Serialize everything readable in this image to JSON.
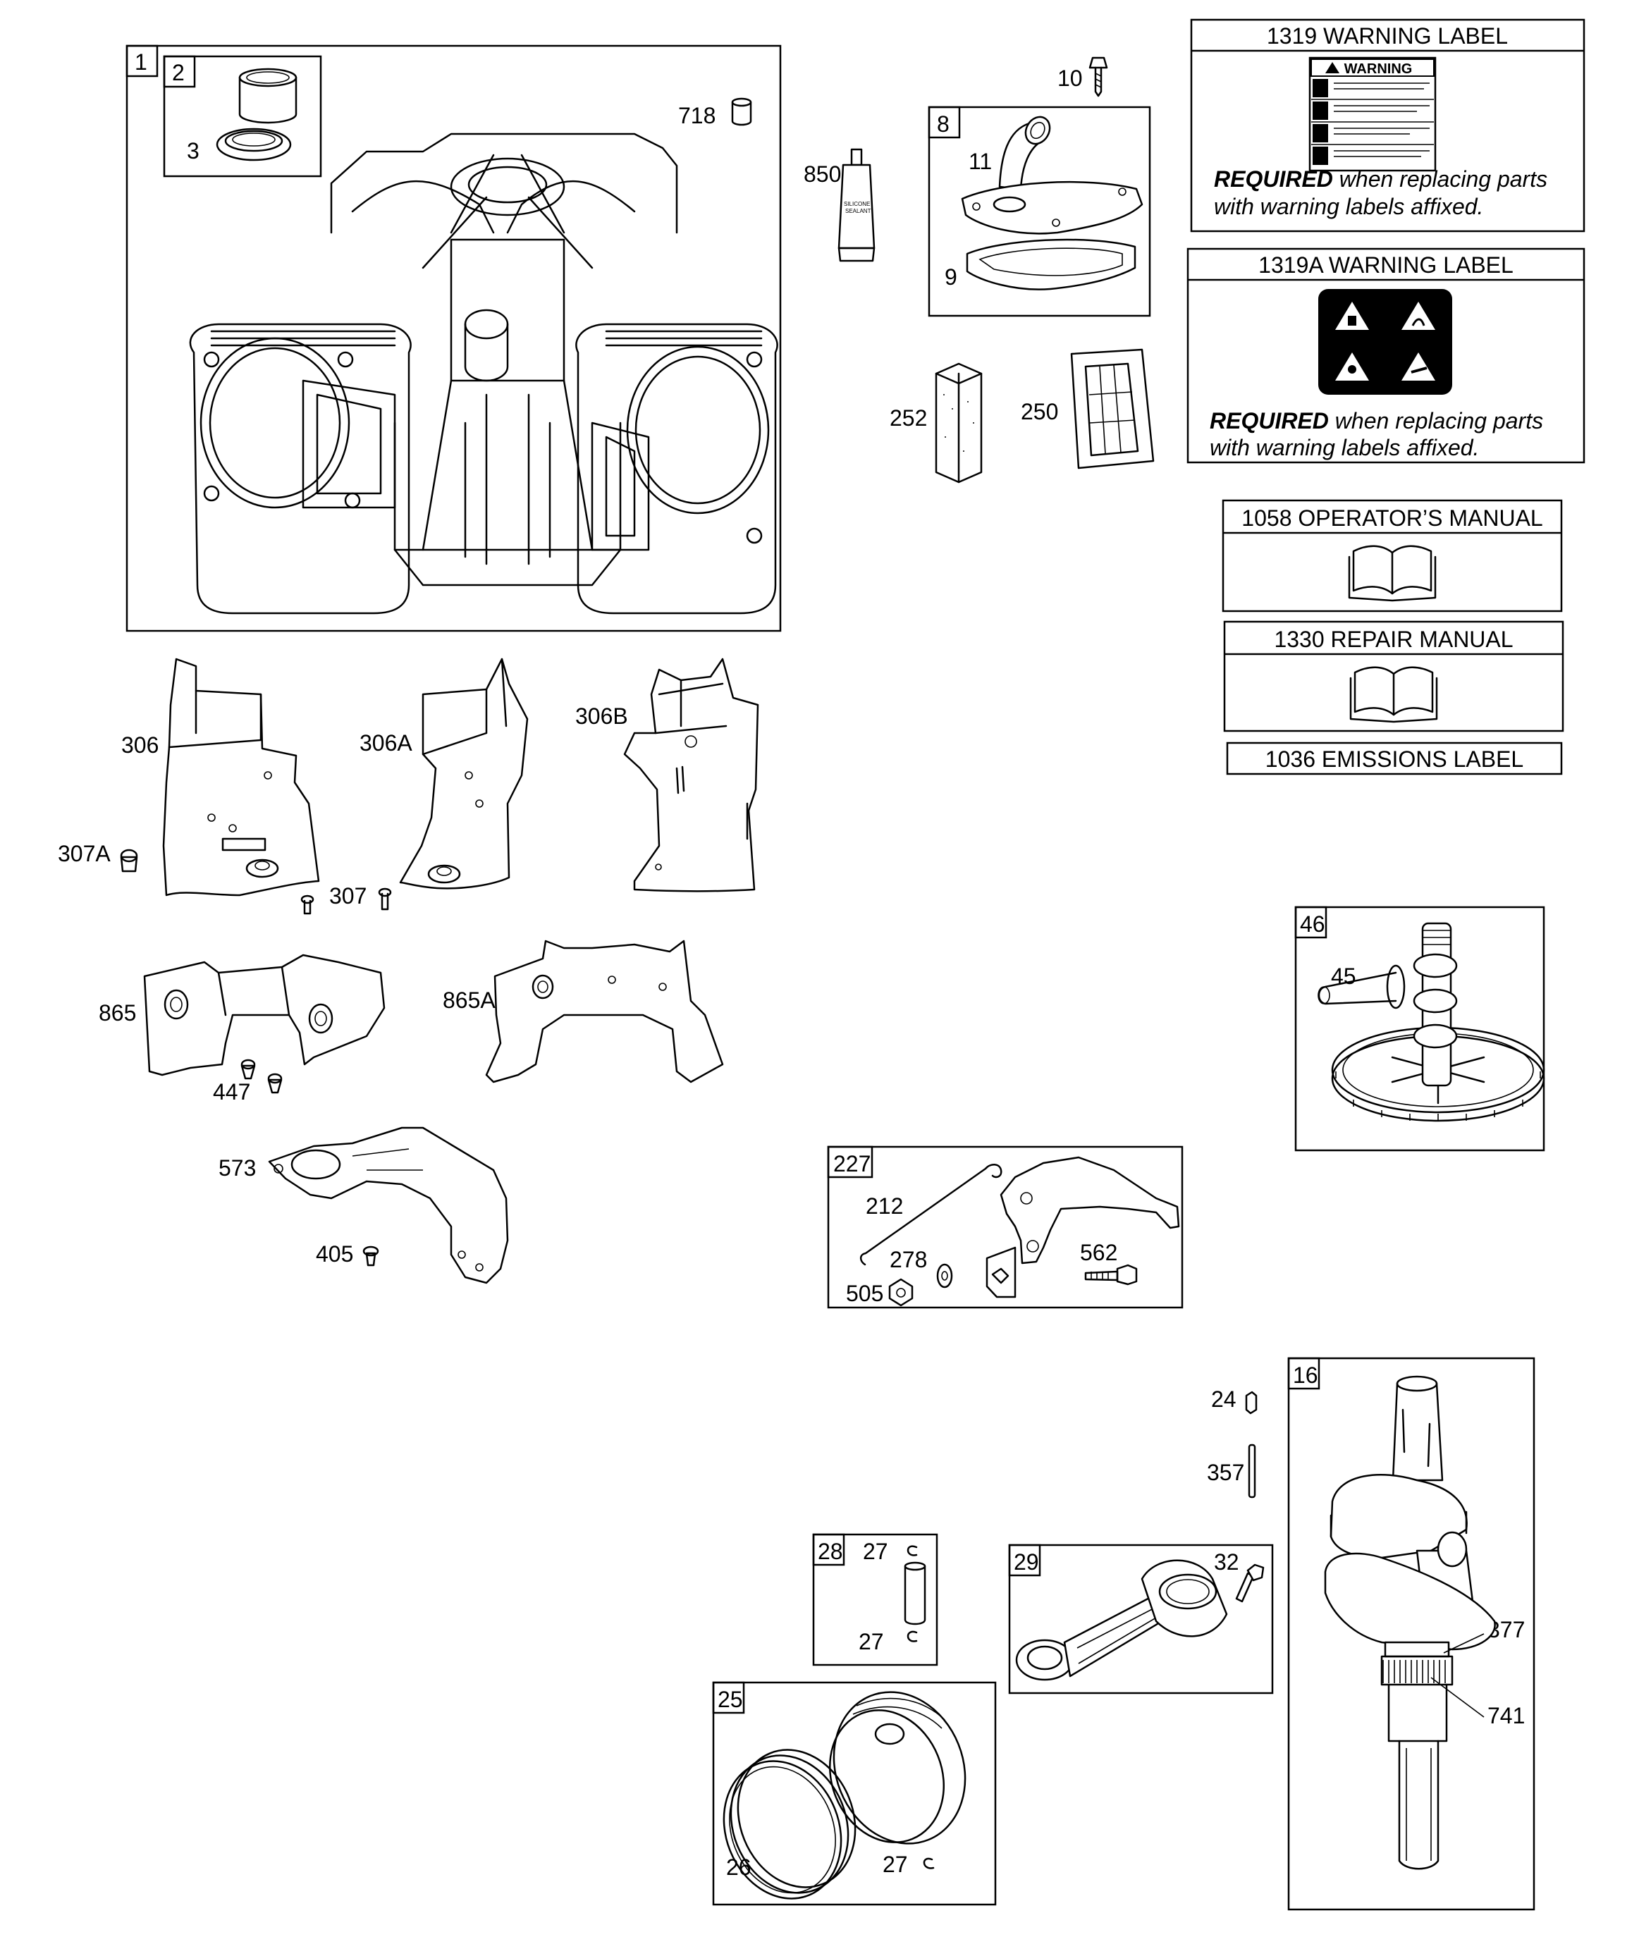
{
  "callouts": {
    "c1": "1",
    "c2": "2",
    "c3": "3",
    "c718": "718",
    "c10": "10",
    "c8": "8",
    "c11": "11",
    "c9": "9",
    "c850": "850",
    "c252": "252",
    "c250": "250",
    "c306": "306",
    "c306A": "306A",
    "c306B": "306B",
    "c307A": "307A",
    "c307": "307",
    "c865": "865",
    "c865A": "865A",
    "c447": "447",
    "c573": "573",
    "c405": "405",
    "c46": "46",
    "c45": "45",
    "c227": "227",
    "c212": "212",
    "c278": "278",
    "c562": "562",
    "c505": "505",
    "c16": "16",
    "c24": "24",
    "c357": "357",
    "c377": "377",
    "c741": "741",
    "c28": "28",
    "c27a": "27",
    "c27b": "27",
    "c27c": "27",
    "c29": "29",
    "c32": "32",
    "c25": "25",
    "c26": "26"
  },
  "labels": {
    "warning1319": {
      "title": "1319 WARNING LABEL",
      "sticker_heading": "WARNING",
      "required_bold": "REQUIRED",
      "required_rest": " when replacing parts",
      "required_line2": "with warning labels affixed."
    },
    "warning1319A": {
      "title": "1319A WARNING LABEL",
      "required_bold": "REQUIRED",
      "required_rest": " when replacing parts",
      "required_line2": "with warning labels affixed."
    },
    "operators_manual": "1058 OPERATOR’S MANUAL",
    "repair_manual": "1330 REPAIR MANUAL",
    "emissions_label": "1036 EMISSIONS LABEL",
    "sealant_tube": "SILICONE SEALANT"
  },
  "icons": [
    "book-icon",
    "warning-triangle-icon"
  ]
}
